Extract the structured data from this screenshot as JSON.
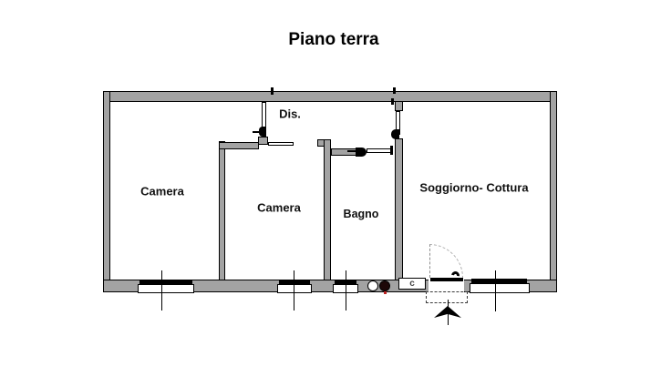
{
  "title": "Piano terra",
  "rooms": {
    "camera1": {
      "label": "Camera"
    },
    "camera2": {
      "label": "Camera"
    },
    "bagno": {
      "label": "Bagno"
    },
    "soggiorno": {
      "label": "Soggiorno- Cottura"
    },
    "disimpegno": {
      "label": "Dis."
    }
  },
  "symbols": {
    "closet_marker": "c"
  },
  "colors": {
    "background": "#ffffff",
    "wall_fill": "#a3a3a3",
    "wall_outline": "#000000",
    "window_bar": "#000000",
    "dark_fixture": "#1d0808",
    "fixture_accent_red": "#bb2222",
    "door_arc_dash": "#b0b0b0"
  }
}
